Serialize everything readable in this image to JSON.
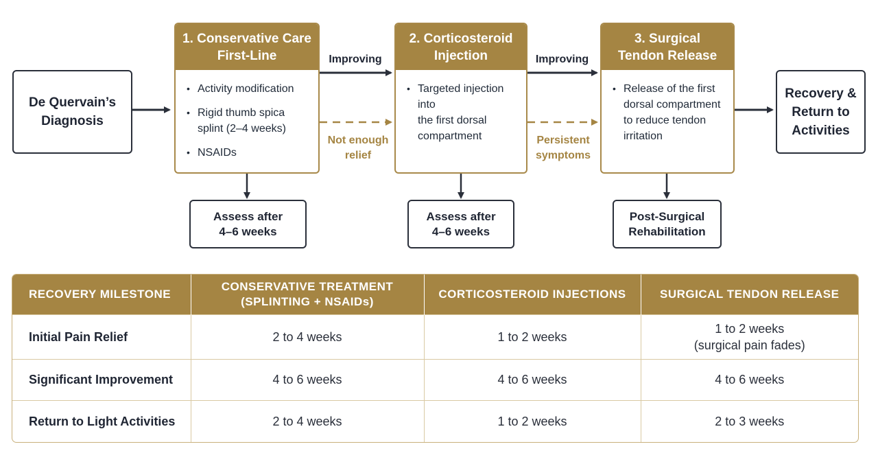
{
  "flow": {
    "diagnosis": "De Quervain’s\nDiagnosis",
    "stages": [
      {
        "title": "1. Conservative Care\nFirst-Line",
        "bullets": [
          "Activity modification",
          "Rigid thumb spica\nsplint (2–4 weeks)",
          "NSAIDs"
        ],
        "assessment": "Assess after\n4–6 weeks"
      },
      {
        "title": "2. Corticosteroid\nInjection",
        "bullets": [
          "Targeted injection into\nthe first dorsal\ncompartment"
        ],
        "assessment": "Assess after\n4–6 weeks"
      },
      {
        "title": "3. Surgical\nTendon Release",
        "bullets": [
          "Release of the first\ndorsal compartment\nto reduce tendon\nirritation"
        ],
        "assessment": "Post-Surgical\nRehabilitation"
      }
    ],
    "outcome": "Recovery &\nReturn to\nActivities",
    "transitions": {
      "improving_1": "Improving",
      "not_enough_relief": "Not enough\nrelief",
      "improving_2": "Improving",
      "persistent_symptoms": "Persistent\nsymptoms"
    },
    "colors": {
      "accent": "#a58543",
      "dark": "#2a2f3a"
    }
  },
  "table": {
    "headers": [
      "RECOVERY MILESTONE",
      "CONSERVATIVE TREATMENT\n(SPLINTING + NSAIDs)",
      "CORTICOSTEROID INJECTIONS",
      "SURGICAL TENDON RELEASE"
    ],
    "rows": [
      {
        "label": "Initial Pain Relief",
        "values": [
          "2 to 4 weeks",
          "1 to 2 weeks",
          "1 to 2 weeks\n(surgical pain fades)"
        ]
      },
      {
        "label": "Significant Improvement",
        "values": [
          "4 to 6 weeks",
          "4 to 6 weeks",
          "4 to 6 weeks"
        ]
      },
      {
        "label": "Return to Light Activities",
        "values": [
          "2 to 4 weeks",
          "1 to 2 weeks",
          "2 to 3 weeks"
        ]
      }
    ]
  }
}
